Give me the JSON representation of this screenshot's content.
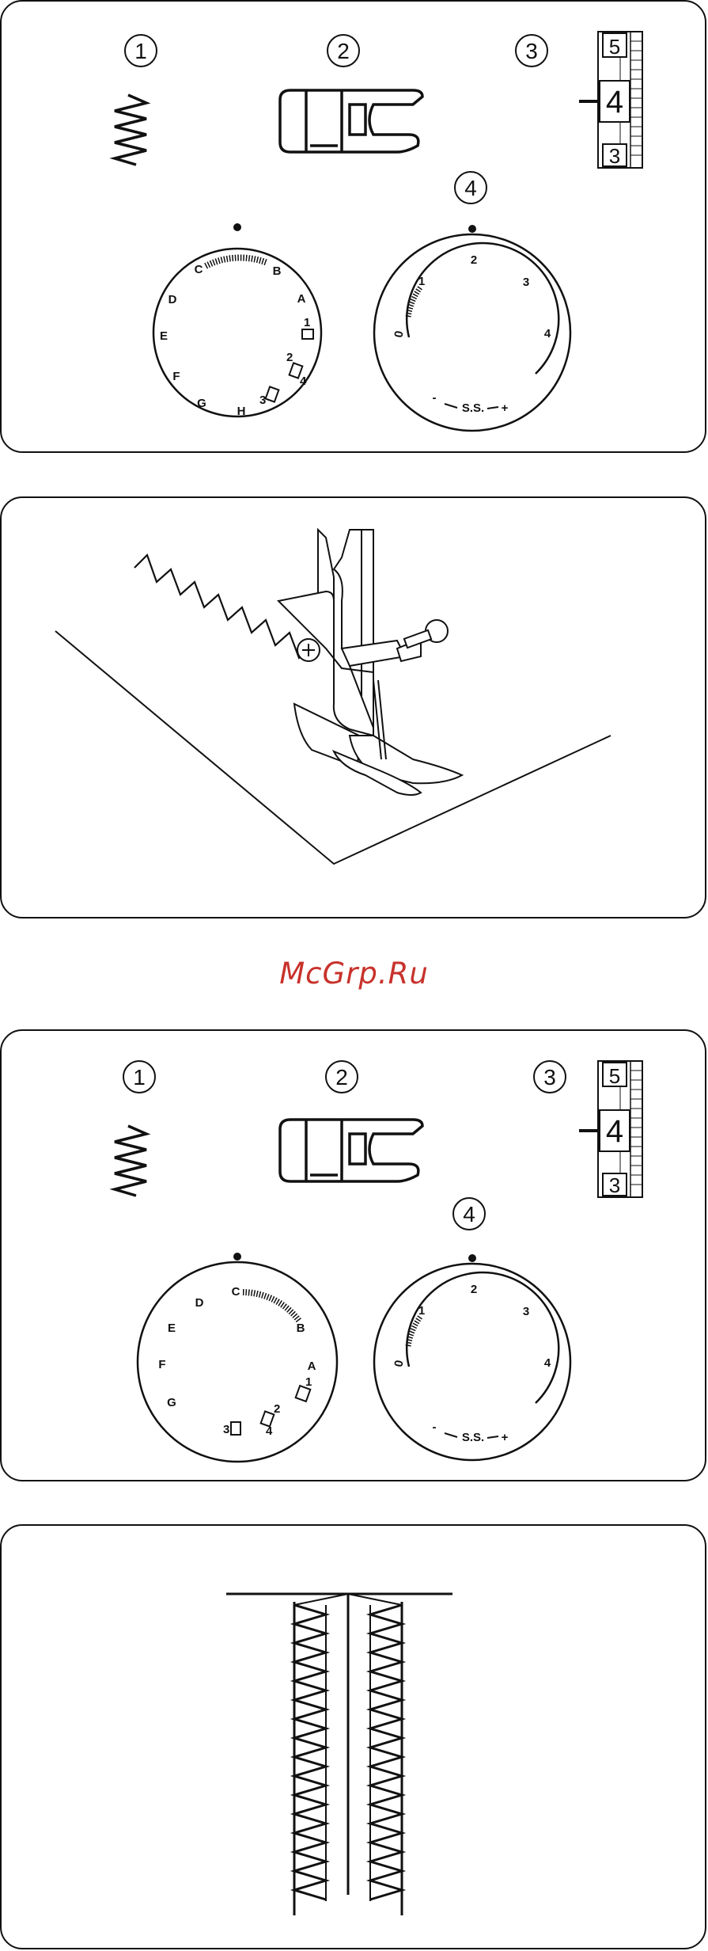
{
  "settings_panel_1": {
    "label_stitch": "1",
    "label_foot": "2",
    "label_length": "3",
    "label_tension": "4",
    "pattern_dial": [
      "A",
      "B",
      "C",
      "D",
      "E",
      "F",
      "G",
      "H",
      "1",
      "2",
      "3",
      "4"
    ],
    "length_scale": [
      "5",
      "4",
      "3"
    ],
    "tension_dial": [
      "0",
      "1",
      "2",
      "3",
      "4",
      "+",
      "S.S.",
      "-"
    ]
  },
  "watermark": "McGrp.Ru",
  "settings_panel_2": {
    "label_stitch": "1",
    "label_foot": "2",
    "label_length": "3",
    "label_tension": "4",
    "pattern_dial": [
      "A",
      "B",
      "C",
      "D",
      "E",
      "F",
      "G",
      "1",
      "2",
      "3",
      "4"
    ],
    "length_scale": [
      "5",
      "4",
      "3"
    ],
    "tension_dial": [
      "0",
      "1",
      "2",
      "3",
      "4",
      "+",
      "S.S.",
      "-"
    ]
  }
}
